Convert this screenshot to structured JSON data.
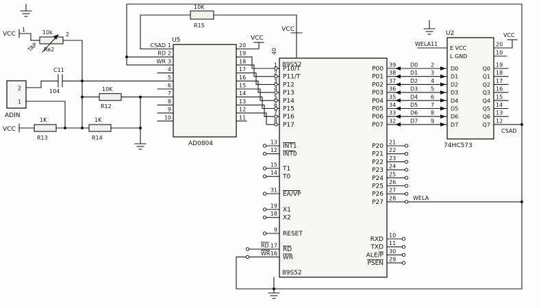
{
  "analog": {
    "vcc_top": "VCC",
    "pin1": "1",
    "pot": {
      "value": "10k",
      "tap": "TAP",
      "name": "Re2",
      "pin2": "2"
    },
    "c11": {
      "name": "C11",
      "value": "104"
    },
    "adin": {
      "name": "ADIN",
      "pin2": "2",
      "pin1": "1"
    },
    "r12": {
      "value": "10K",
      "name": "R12"
    },
    "vcc_left": "VCC",
    "r13": {
      "value": "1K",
      "name": "R13"
    },
    "r14": {
      "value": "1K",
      "name": "R14"
    }
  },
  "r15": {
    "value": "10K",
    "name": "R15"
  },
  "u5": {
    "ref": "U5",
    "part": "AD0804",
    "vcc": "VCC",
    "left": [
      {
        "label": "CSAD",
        "num": "1"
      },
      {
        "label": "RD",
        "num": "2"
      },
      {
        "label": "WR",
        "num": "3"
      },
      {
        "num": "4"
      },
      {
        "num": "5"
      },
      {
        "num": "6"
      },
      {
        "num": "7"
      },
      {
        "num": "8"
      },
      {
        "num": "9"
      },
      {
        "num": "10"
      }
    ],
    "right": [
      "20",
      "19",
      "18",
      "17",
      "16",
      "15",
      "14",
      "13",
      "12",
      "11"
    ]
  },
  "mcu": {
    "ref_top": "89S52",
    "ref_bottom": "89S52",
    "vcc": "VCC",
    "pin40": "40",
    "port1": [
      {
        "label": "P10/T",
        "num": "1"
      },
      {
        "label": "P11/T",
        "num": "2"
      },
      {
        "label": "P12",
        "num": "3"
      },
      {
        "label": "P13",
        "num": "4"
      },
      {
        "label": "P14",
        "num": "5"
      },
      {
        "label": "P15",
        "num": "6"
      },
      {
        "label": "P16",
        "num": "7"
      },
      {
        "label": "P17",
        "num": "8"
      }
    ],
    "ctrl": [
      {
        "label": "INT1",
        "num": "13"
      },
      {
        "label": "INT0",
        "num": "12"
      },
      {
        "label": "T1",
        "num": "15"
      },
      {
        "label": "T0",
        "num": "14"
      },
      {
        "label": "EA/VP",
        "num": "31"
      },
      {
        "label": "X1",
        "num": "19"
      },
      {
        "label": "X2",
        "num": "18"
      },
      {
        "label": "RESET",
        "num": "9"
      }
    ],
    "rw": [
      {
        "label": "RD",
        "num": "17",
        "out": "RD"
      },
      {
        "label": "WR",
        "num": "16",
        "out": "WR"
      }
    ],
    "port0": [
      {
        "label": "P00",
        "num": "39"
      },
      {
        "label": "P01",
        "num": "38"
      },
      {
        "label": "P02",
        "num": "37"
      },
      {
        "label": "P03",
        "num": "36"
      },
      {
        "label": "P04",
        "num": "35"
      },
      {
        "label": "P05",
        "num": "34"
      },
      {
        "label": "P06",
        "num": "33"
      },
      {
        "label": "P07",
        "num": "32"
      }
    ],
    "port2": [
      {
        "label": "P20",
        "num": "21"
      },
      {
        "label": "P21",
        "num": "22"
      },
      {
        "label": "P22",
        "num": "23"
      },
      {
        "label": "P23",
        "num": "24"
      },
      {
        "label": "P24",
        "num": "25"
      },
      {
        "label": "P25",
        "num": "26"
      },
      {
        "label": "P26",
        "num": "27"
      },
      {
        "label": "P27",
        "num": "28"
      }
    ],
    "serial": [
      {
        "label": "RXD",
        "num": "10"
      },
      {
        "label": "TXD",
        "num": "11"
      },
      {
        "label": "ALE/P",
        "num": "30"
      },
      {
        "label": "PSEN",
        "num": "29"
      }
    ]
  },
  "bus": {
    "labels": [
      "D0",
      "D1",
      "D2",
      "D3",
      "D4",
      "D5",
      "D6",
      "D7"
    ],
    "u2_nums": [
      "2",
      "3",
      "4",
      "5",
      "6",
      "7",
      "8",
      "9"
    ]
  },
  "u2": {
    "ref": "U2",
    "part": "74HC573",
    "vcc": "VCC",
    "lela": "WELA11",
    "row1": "E VCC",
    "row2": "L GND",
    "pin20": "20",
    "pin10": "10",
    "rows": [
      {
        "d": "D0",
        "q": "Q0",
        "num": "19"
      },
      {
        "d": "D1",
        "q": "Q1",
        "num": "18"
      },
      {
        "d": "D2",
        "q": "Q2",
        "num": "17"
      },
      {
        "d": "D3",
        "q": "Q3",
        "num": "16"
      },
      {
        "d": "D4",
        "q": "Q4",
        "num": "15"
      },
      {
        "d": "D5",
        "q": "Q5",
        "num": "14"
      },
      {
        "d": "D6",
        "q": "Q6",
        "num": "13"
      },
      {
        "d": "D7",
        "q": "Q7",
        "num": "12"
      }
    ],
    "csad": "CSAD"
  },
  "nets": {
    "wela": "WELA"
  }
}
